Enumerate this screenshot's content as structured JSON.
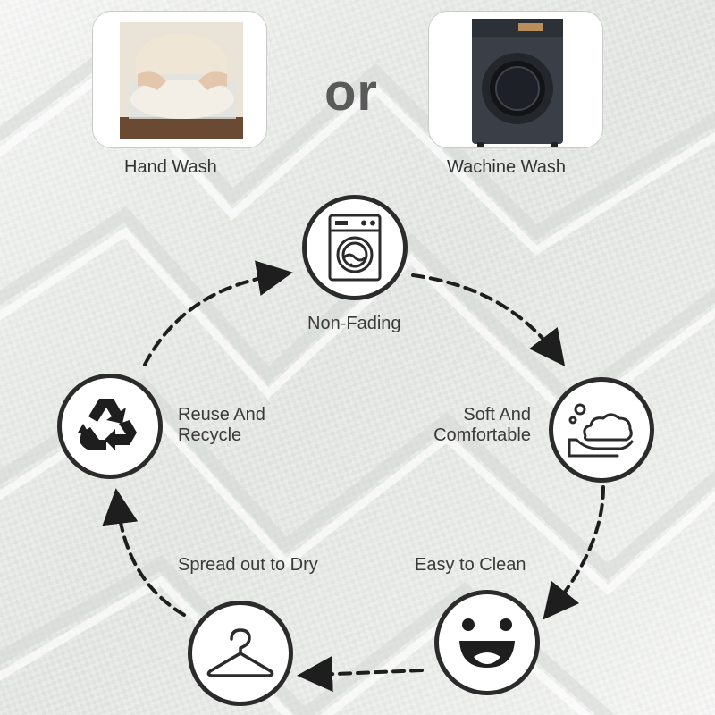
{
  "wash_options": {
    "hand_wash_label": "Hand Wash",
    "machine_wash_label": "Wachine Wash",
    "or_text": "or"
  },
  "cycle": {
    "non_fading": "Non-Fading",
    "soft_line1": "Soft And",
    "soft_line2": "Comfortable",
    "easy_clean": "Easy to Clean",
    "spread_dry": "Spread out to Dry",
    "reuse_line1": "Reuse And",
    "reuse_line2": "Recycle"
  },
  "colors": {
    "icon_stroke": "#2b2b2b",
    "text": "#3a3a3a",
    "background": "#eef0ee"
  },
  "icons": [
    "washing-machine-icon",
    "soap-hand-icon",
    "smiley-icon",
    "hanger-icon",
    "recycle-icon"
  ]
}
